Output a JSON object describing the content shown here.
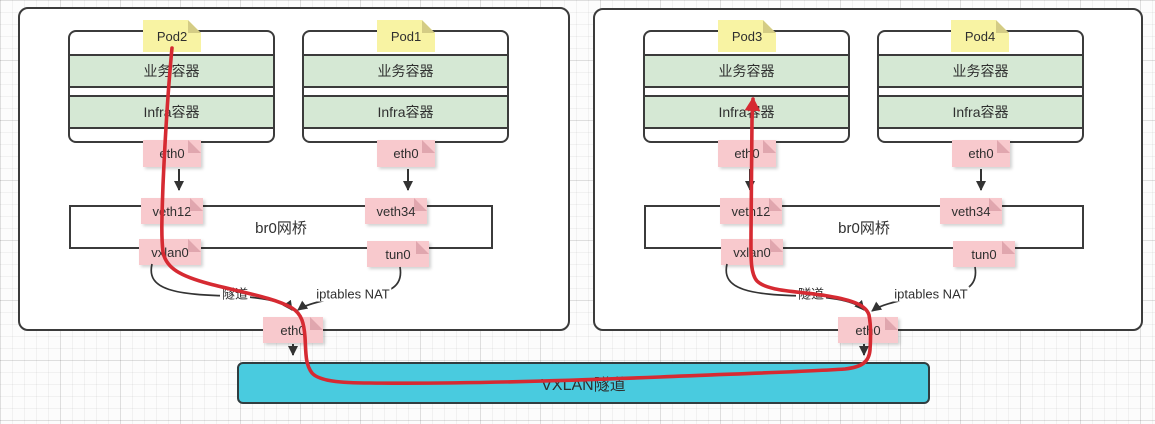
{
  "diagram": {
    "colors": {
      "note_yellow": "#f8f3a3",
      "note_yellow_fold": "#d4cc85",
      "note_pink": "#f8c9cd",
      "note_pink_fold": "#e0a6ae",
      "container_green": "#d5e8d4",
      "tunnel_cyan": "#49cbdf",
      "flow_red": "#d62a32",
      "stroke_dark": "#3b3b3b"
    },
    "nodes": [
      {
        "pods": [
          {
            "name": "Pod2",
            "business_container": "业务容器",
            "infra_container": "Infra容器",
            "eth_label": "eth0",
            "veth_label": "veth12"
          },
          {
            "name": "Pod1",
            "business_container": "业务容器",
            "infra_container": "Infra容器",
            "eth_label": "eth0",
            "veth_label": "veth34"
          }
        ],
        "bridge_label": "br0网桥",
        "vxlan_label": "vxlan0",
        "tun_label": "tun0",
        "tunnel_edge_label": "隧道",
        "nat_edge_label": "iptables NAT",
        "host_eth_label": "eth0"
      },
      {
        "pods": [
          {
            "name": "Pod3",
            "business_container": "业务容器",
            "infra_container": "Infra容器",
            "eth_label": "eth0",
            "veth_label": "veth12"
          },
          {
            "name": "Pod4",
            "business_container": "业务容器",
            "infra_container": "Infra容器",
            "eth_label": "eth0",
            "veth_label": "veth34"
          }
        ],
        "bridge_label": "br0网桥",
        "vxlan_label": "vxlan0",
        "tun_label": "tun0",
        "tunnel_edge_label": "隧道",
        "nat_edge_label": "iptables NAT",
        "host_eth_label": "eth0"
      }
    ],
    "vxlan_box_label": "VXLAN隧道"
  }
}
